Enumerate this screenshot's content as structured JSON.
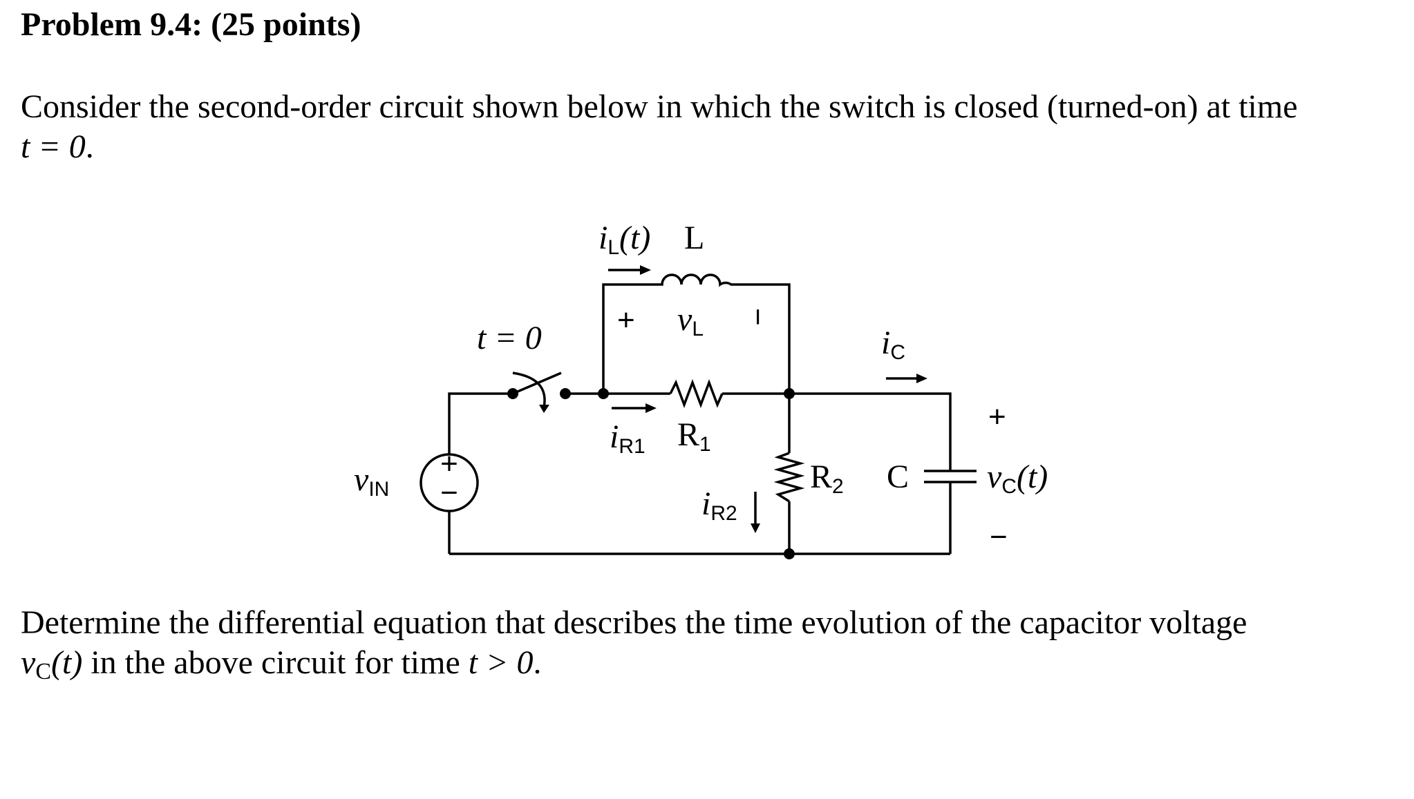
{
  "problem": {
    "title": "Problem 9.4: (25 points)",
    "intro_prefix": "Consider the second-order circuit shown below in which the switch is closed (turned-on) at time",
    "intro_math": "t = 0",
    "intro_suffix": ".",
    "question_prefix": "Determine the differential equation that describes the time evolution of the capacitor voltage",
    "question_vc": "v",
    "question_vc_sub": "C",
    "question_vc_arg": "(t)",
    "question_middle": " in the above circuit for time ",
    "question_math": "t > 0",
    "question_suffix": "."
  },
  "circuit": {
    "switch_label": "t = 0",
    "source_label": "v",
    "source_sub": "IN",
    "source_plus": "+",
    "source_minus": "−",
    "inductor_current": "i",
    "inductor_current_sub": "L",
    "inductor_current_arg": "(t)",
    "inductor_name": "L",
    "inductor_voltage": "v",
    "inductor_voltage_sub": "L",
    "inductor_plus": "+",
    "inductor_minus": "−",
    "r1_current": "i",
    "r1_current_sub": "R1",
    "r1_name": "R",
    "r1_name_sub": "1",
    "r2_current": "i",
    "r2_current_sub": "R2",
    "r2_name": "R",
    "r2_name_sub": "2",
    "cap_current": "i",
    "cap_current_sub": "C",
    "cap_name": "C",
    "cap_voltage": "v",
    "cap_voltage_sub": "C",
    "cap_voltage_arg": "(t)",
    "cap_plus": "+",
    "cap_minus": "−"
  }
}
